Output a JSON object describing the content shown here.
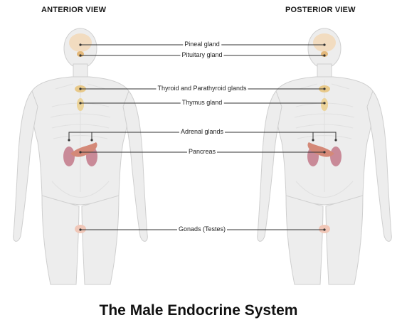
{
  "views": {
    "anterior": "ANTERIOR VIEW",
    "posterior": "POSTERIOR VIEW"
  },
  "labels": {
    "pineal": "Pineal gland",
    "pituitary": "Pituitary gland",
    "thyroid": "Thyroid and Parathyroid glands",
    "thymus": "Thymus gland",
    "adrenal": "Adrenal glands",
    "pancreas": "Pancreas",
    "gonads": "Gonads (Testes)"
  },
  "title": "The Male Endocrine System",
  "colors": {
    "body_fill": "#ededed",
    "body_stroke": "#cfcfcf",
    "brain": "#f2dcc0",
    "gland": "#e8c98a",
    "kidney": "#c98a98",
    "pancreas": "#d48978",
    "gonad": "#f0c7b8",
    "leader": "#333333"
  }
}
